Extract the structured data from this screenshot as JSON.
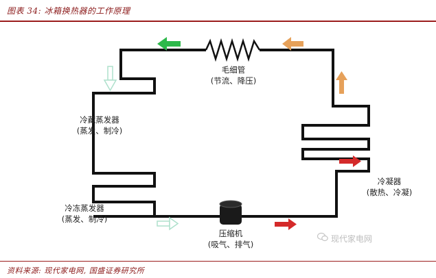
{
  "header": {
    "caption": "图表 34:  冰箱换热器的工作原理"
  },
  "labels": {
    "capillary": "毛细管",
    "capillary_sub": "(节流、降压)",
    "fridge_evap": "冷藏蒸发器",
    "fridge_evap_sub": "(蒸发、制冷)",
    "freezer_evap": "冷冻蒸发器",
    "freezer_evap_sub": "(蒸发、制冷)",
    "condenser": "冷凝器",
    "condenser_sub": "(散热、冷凝)",
    "compressor": "压缩机",
    "compressor_sub": "(吸气、排气)"
  },
  "watermark": "现代家电网",
  "footer": {
    "source": "资料来源:  现代家电网, 国盛证券研究所"
  },
  "colors": {
    "accent": "#9b1c1c",
    "pipe": "#111111",
    "arrow_green": "#2db84a",
    "arrow_orange": "#e6a15a",
    "arrow_red": "#d42a2a",
    "arrow_light_green": "#c5ecdd",
    "arrow_light_blue": "#cfe6ef"
  },
  "icons": [
    "compressor-icon",
    "watermark-chat-icon"
  ]
}
